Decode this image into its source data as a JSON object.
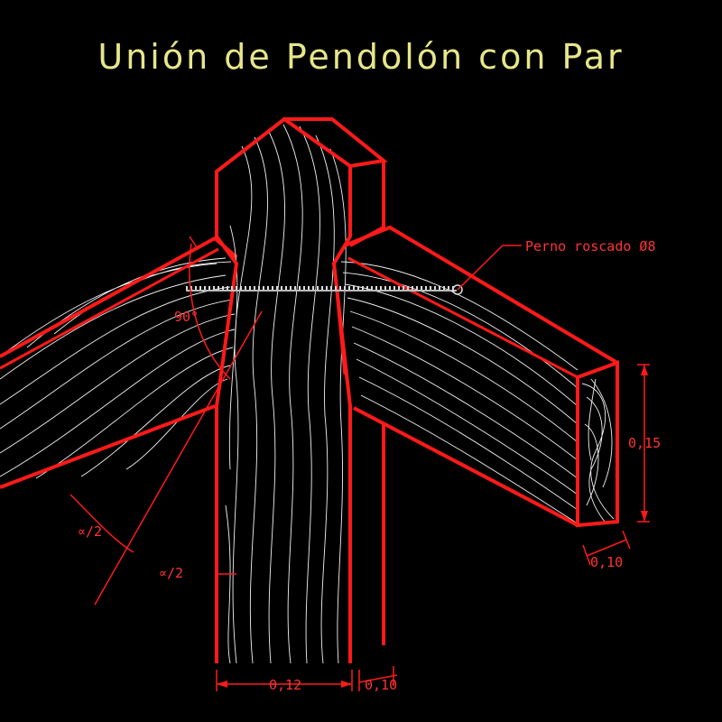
{
  "title": "Unión de Pendolón con Par",
  "labels": {
    "bolt": "Perno roscado Ø8",
    "angle_90": "90°",
    "half_angle_rafter": "∝/2",
    "half_angle_post": "∝/2",
    "rafter_height": "0,15",
    "rafter_width": "0,10",
    "post_width": "0,12",
    "post_depth": "0,10"
  },
  "colors": {
    "background": "#000000",
    "title": "#e6e68a",
    "outline": "#ff1a1a",
    "grain": "#f2f2f2"
  }
}
